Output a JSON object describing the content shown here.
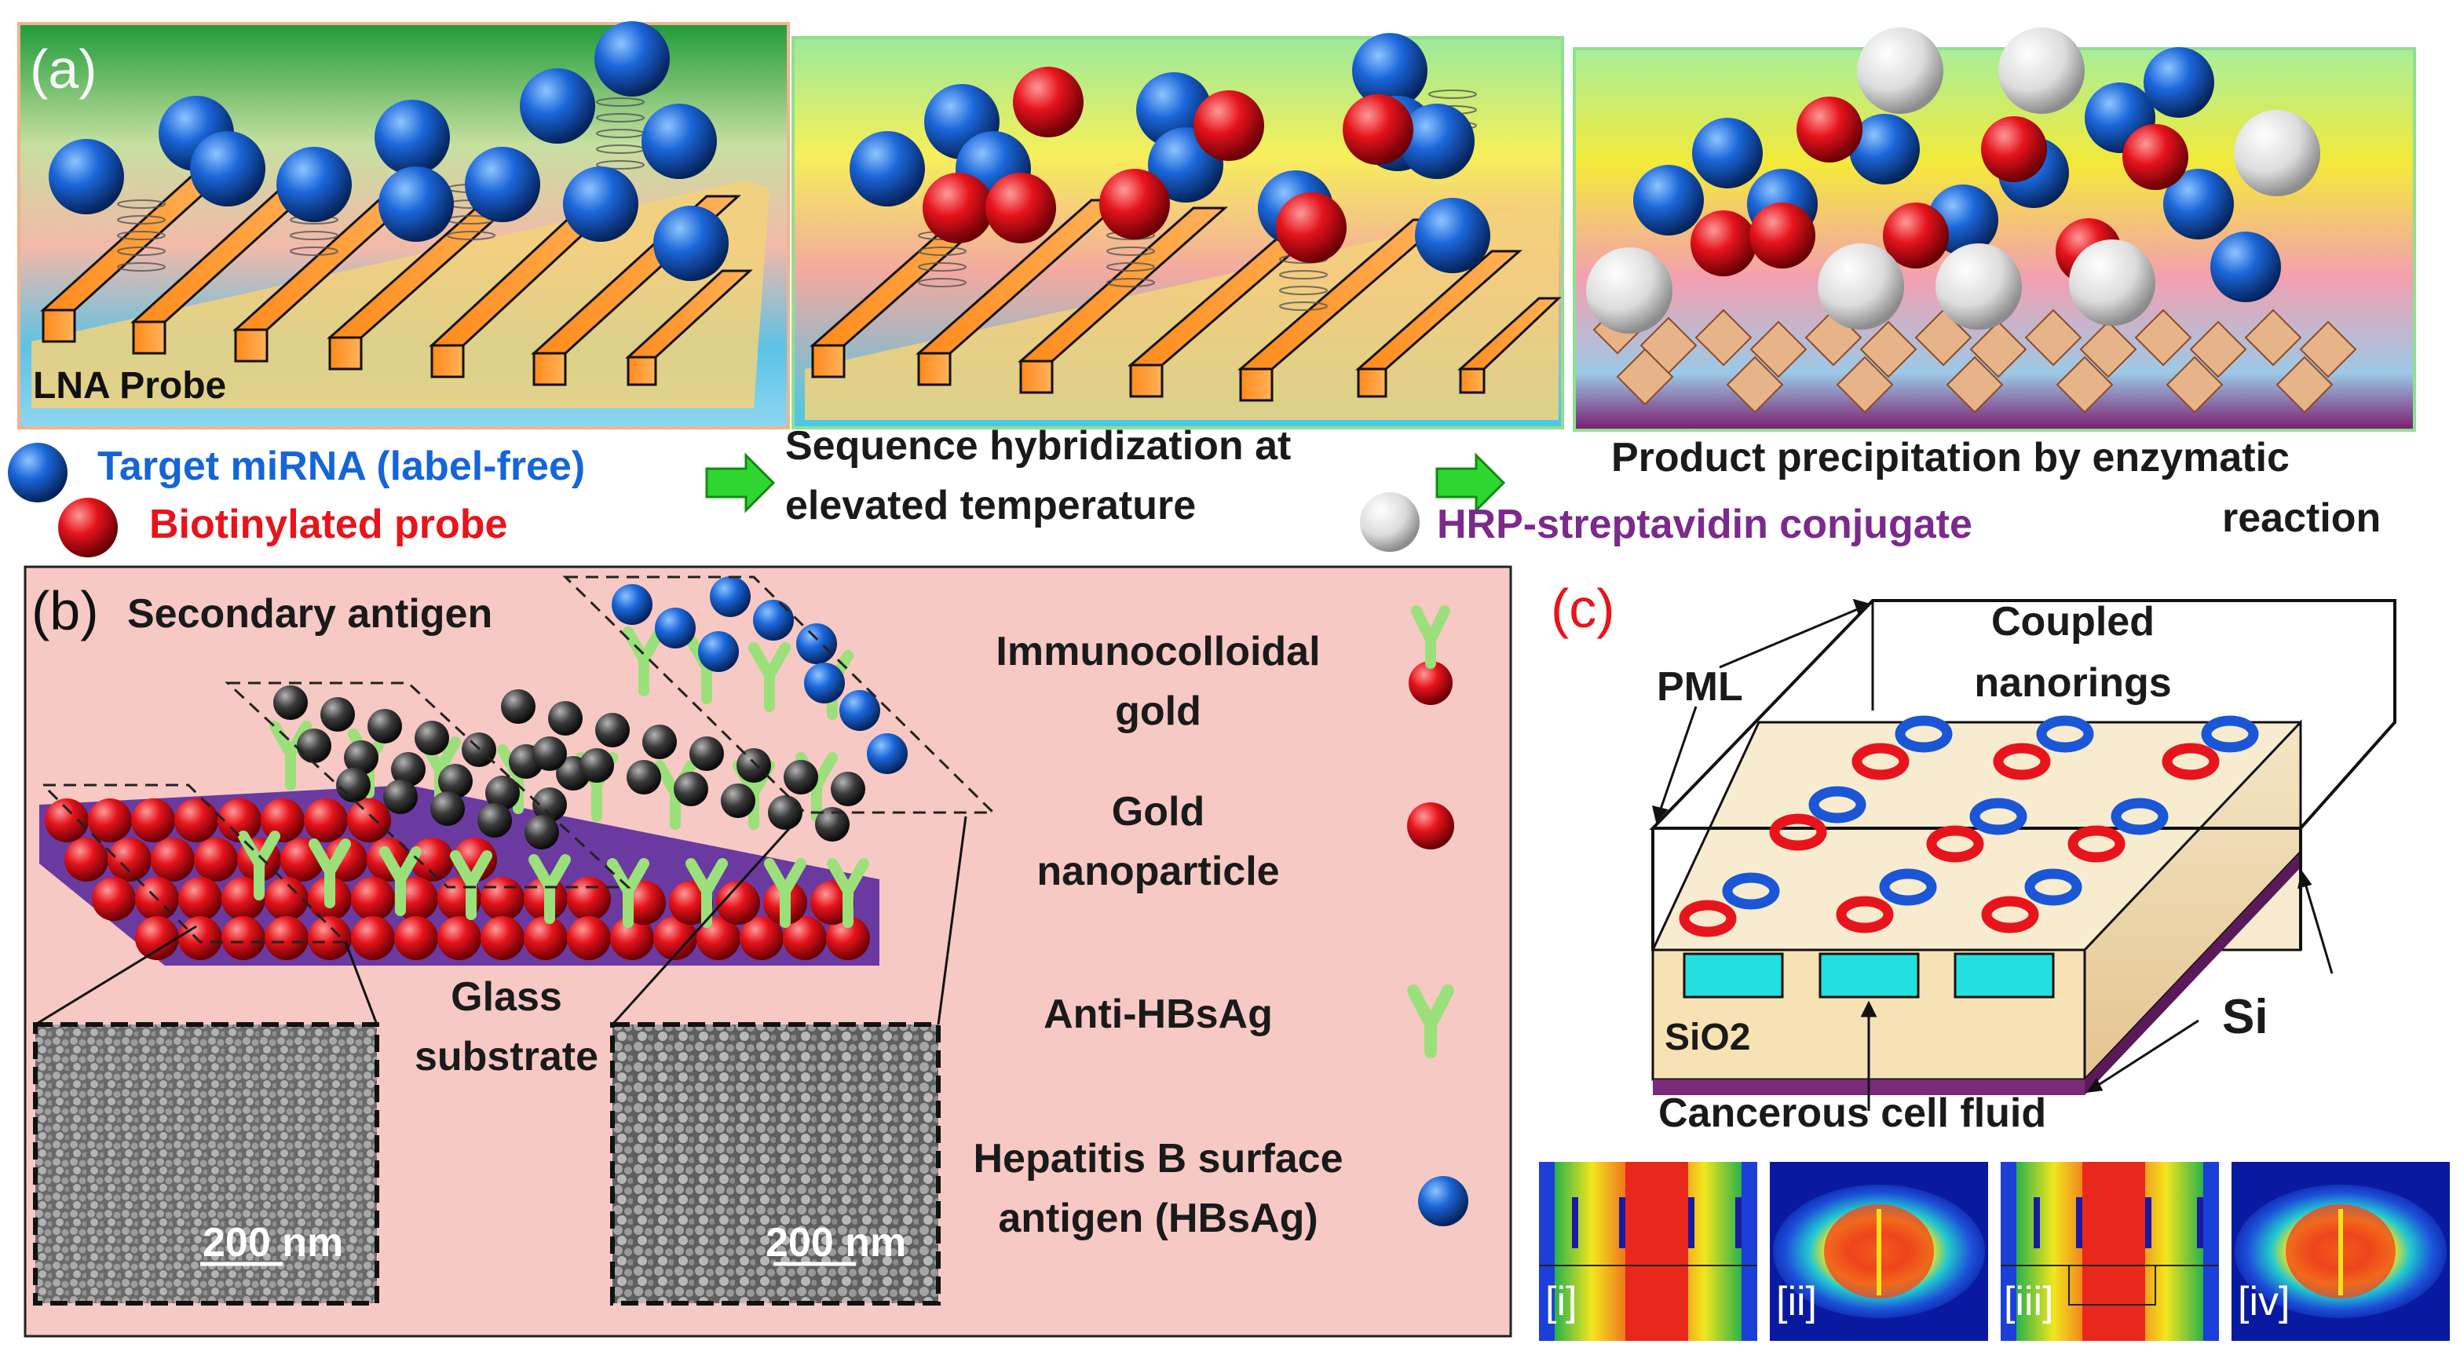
{
  "panel_a": {
    "tag": "(a)",
    "probe_label": "LNA Probe",
    "legend_target": "Target miRNA (label-free)",
    "legend_biotin": "Biotinylated probe",
    "step2_line1": "Sequence hybridization at",
    "step2_line2": "elevated temperature",
    "legend_hrp": "HRP-streptavidin conjugate",
    "step3_line1": "Product precipitation by enzymatic",
    "step3_line2": "reaction"
  },
  "panel_b": {
    "tag": "(b)",
    "secondary_antigen": "Secondary antigen",
    "glass_line1": "Glass",
    "glass_line2": "substrate",
    "sem_scale_left": "200 nm",
    "sem_scale_right": "200 nm",
    "legend": [
      {
        "line1": "Immunocolloidal",
        "line2": "gold",
        "icon": "immunocolloidal-gold-icon"
      },
      {
        "line1": "Gold",
        "line2": "nanoparticle",
        "icon": "gold-nanoparticle-icon"
      },
      {
        "line1": "Anti-HBsAg",
        "line2": "",
        "icon": "antibody-icon"
      },
      {
        "line1": "Hepatitis B surface",
        "line2": "antigen (HBsAg)",
        "icon": "hbsag-icon"
      }
    ]
  },
  "panel_c": {
    "tag": "(c)",
    "coupled_line1": "Coupled",
    "coupled_line2": "nanorings",
    "pml": "PML",
    "sio2": "SiO2",
    "si": "Si",
    "fluid": "Cancerous cell fluid",
    "insets": [
      "[i]",
      "[ii]",
      "[iii]",
      "[iv]"
    ]
  },
  "colors": {
    "target_blue": "#1565d8",
    "biotin_red": "#e8141c",
    "hrp_purple": "#7b2a8c",
    "arrow_green": "#2fd62f",
    "panel_b_bg": "#f7c9c4"
  }
}
